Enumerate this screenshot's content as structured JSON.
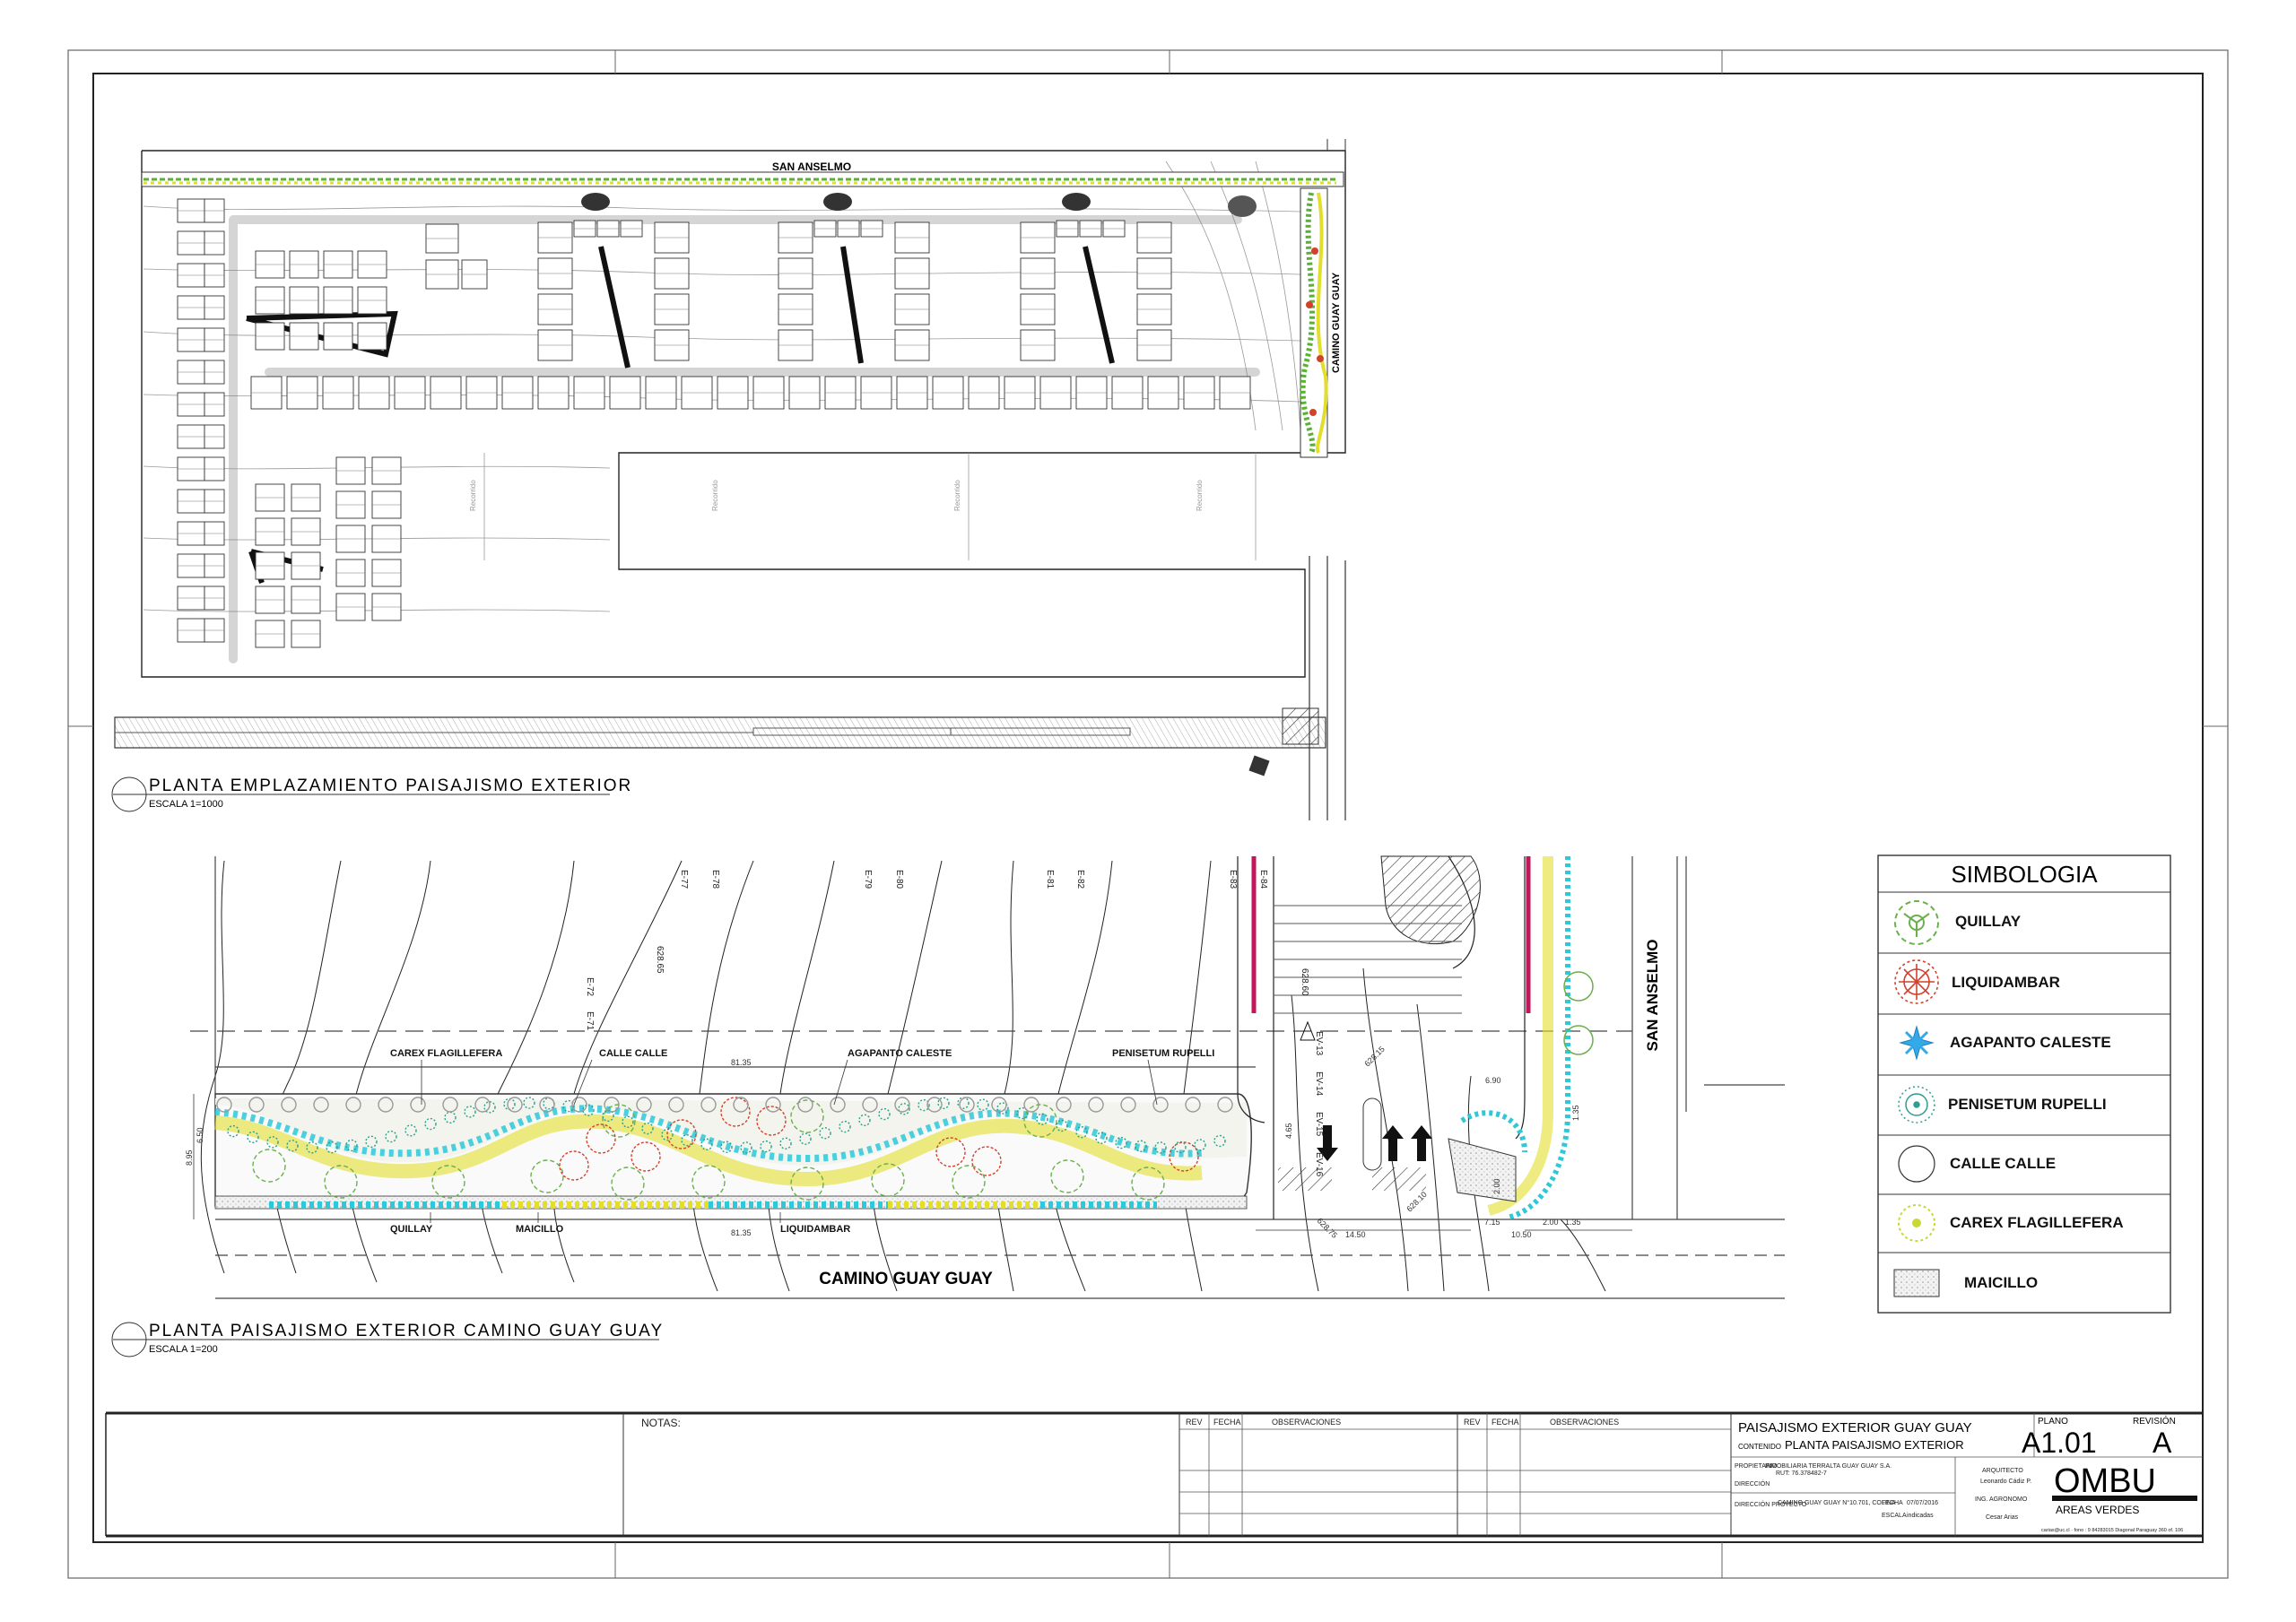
{
  "colors": {
    "ink": "#111111",
    "grid": "#444444",
    "green_path": "#59b233",
    "yellow_path": "#e2de2b",
    "cyan": "#2ec8d8",
    "red": "#c0392b",
    "magenta_road": "#c2185b",
    "quillay_green": "#6ab04c",
    "liquidambar_red": "#d1422c",
    "agapanto_blue": "#34a9e8",
    "penisetum_teal": "#2e9e8e",
    "carex_yellow": "#c9d835"
  },
  "site_plan": {
    "street_top": "SAN ANSELMO",
    "street_right": "CAMINO GUAY GUAY",
    "title": "PLANTA  EMPLAZAMIENTO  PAISAJISMO  EXTERIOR",
    "scale": "ESCALA  1=1000",
    "lot_label": "Recorrido"
  },
  "detail_plan": {
    "title": "PLANTA  PAISAJISMO  EXTERIOR  CAMINO  GUAY  GUAY",
    "scale": "ESCALA  1=200",
    "road_label": "CAMINO GUAY GUAY",
    "cross_street": "SAN ANSELMO",
    "callouts_top": [
      "CAREX FLAGILLEFERA",
      "CALLE CALLE",
      "AGAPANTO CALESTE",
      "PENISETUM RUPELLI"
    ],
    "callouts_bottom": [
      "QUILLAY",
      "MAICILLO",
      "LIQUIDAMBAR"
    ],
    "lot_labels": [
      "E-77",
      "E-78",
      "E-79",
      "E-80",
      "E-81",
      "E-82",
      "E-83",
      "E-84",
      "E-72",
      "E-71"
    ],
    "elevations": [
      "628.65",
      "628.60"
    ],
    "ev_labels": [
      "EV-13",
      "EV-14",
      "EV-15",
      "EV-16"
    ],
    "dims": [
      "81.35",
      "6.50",
      "8.95",
      "6.90",
      "4.65",
      "7.15",
      "2.00",
      "1.35",
      "14.50",
      "10.50",
      "1.35",
      "2.00",
      "628.75",
      "628.10",
      "628.15",
      "628.60"
    ]
  },
  "legend": {
    "title": "SIMBOLOGIA",
    "items": [
      {
        "label": "QUILLAY",
        "icon": "quillay-icon"
      },
      {
        "label": "LIQUIDAMBAR",
        "icon": "liquidambar-icon"
      },
      {
        "label": "AGAPANTO CALESTE",
        "icon": "agapanto-icon"
      },
      {
        "label": "PENISETUM RUPELLI",
        "icon": "penisetum-icon"
      },
      {
        "label": "CALLE CALLE",
        "icon": "calle-calle-icon"
      },
      {
        "label": "CAREX FLAGILLEFERA",
        "icon": "carex-icon"
      },
      {
        "label": "MAICILLO",
        "icon": "maicillo-icon"
      }
    ]
  },
  "title_block": {
    "notes_label": "NOTAS:",
    "rev_headers": [
      "REV",
      "FECHA",
      "OBSERVACIONES"
    ],
    "project_title": "PAISAJISMO EXTERIOR GUAY GUAY",
    "contenido_label": "CONTENIDO",
    "contenido_value": "PLANTA PAISAJISMO EXTERIOR",
    "plano_label": "PLANO",
    "plano_value": "A1.01",
    "revision_label": "REVISIÓN",
    "revision_value": "A",
    "propietario_label": "PROPIETARIO",
    "propietario_value": "INMOBILIARIA TERRALTA GUAY GUAY S.A.",
    "rut": "RUT: 76.378482-7",
    "direccion_label": "DIRECCIÓN",
    "direccion_proyecto_label": "DIRECCIÓN PROYECTO",
    "direccion_proyecto_value": "CAMINO GUAY GUAY N°10.701, COLINA",
    "fecha_label": "FECHA",
    "fecha_value": "07/07/2016",
    "escala_label": "ESCALA",
    "escala_value": "indicadas",
    "arquitecto_label": "ARQUITECTO",
    "arquitecto_value": "Leonardo Cádiz P.",
    "agronomo_label": "ING. AGRONOMO",
    "agronomo_value": "Cesar Arias",
    "brand": "OMBU",
    "brand_sub": "AREAS VERDES",
    "footer": "carias@uc.cl  ·  fono : 9 84283015  Diagonal Paraguay 360 of. 106"
  }
}
